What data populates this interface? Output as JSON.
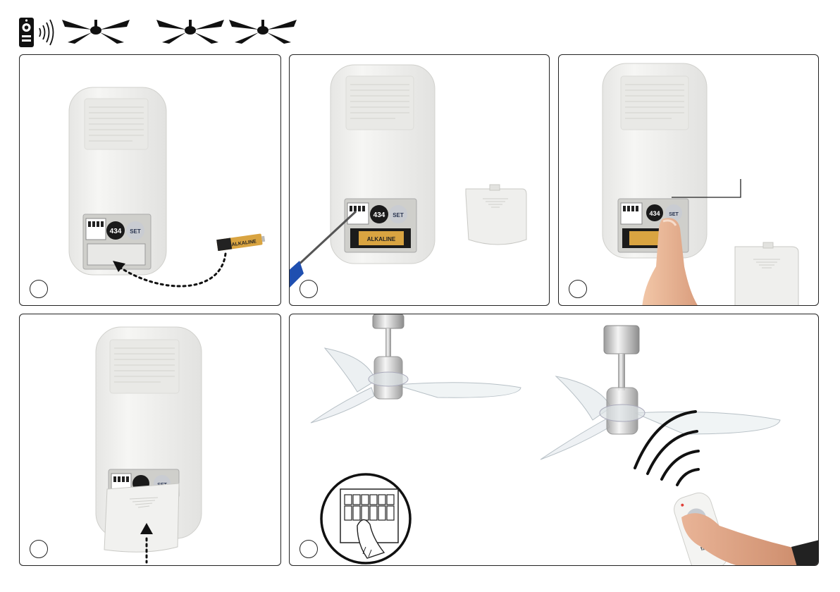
{
  "remote": {
    "code_label": "434",
    "set_label": "SET",
    "battery_label": "ALKALINE",
    "brand_label": "faro"
  },
  "header": {
    "icons": [
      "remote-icon",
      "signal-waves-icon",
      "ceiling-fan-icon",
      "ceiling-fan-icon",
      "ceiling-fan-icon"
    ]
  },
  "steps": [
    {
      "id": "step-1"
    },
    {
      "id": "step-2"
    },
    {
      "id": "step-3"
    },
    {
      "id": "step-4"
    },
    {
      "id": "step-5"
    }
  ],
  "colors": {
    "border": "#222222",
    "remote_body": "#f1f1ef",
    "badge_dark": "#1a1a1a",
    "badge_light": "#c9ccd2",
    "screwdriver": "#1f4fb0",
    "skin": "#e6b496"
  }
}
